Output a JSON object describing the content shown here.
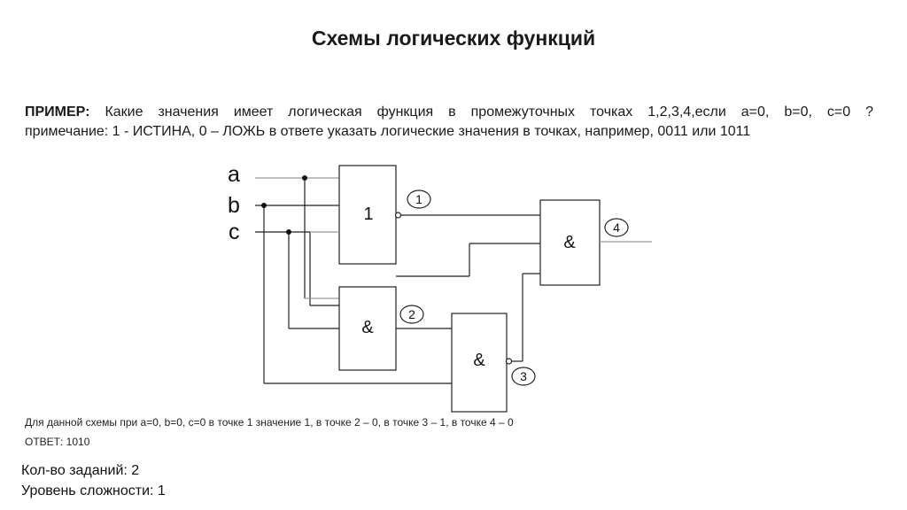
{
  "title": "Схемы логических функций",
  "example": {
    "label": "ПРИМЕР:",
    "question": "Какие значения имеет логическая функция в промежуточных точках 1,2,3,4,если a=0, b=0, c=0 ?",
    "note": "примечание: 1 - ИСТИНА, 0 – ЛОЖЬ в ответе указать логические значения в точках, например, 0011 или 1011"
  },
  "diagram": {
    "inputs": [
      "a",
      "b",
      "c"
    ],
    "gates": {
      "g1": "1",
      "g2": "&",
      "g3": "&",
      "g4": "&"
    },
    "points": [
      "1",
      "2",
      "3",
      "4"
    ]
  },
  "explanation": "Для данной схемы при a=0, b=0, c=0 в точке 1 значение 1, в точке 2 – 0, в точке 3 – 1, в точке 4 – 0",
  "answer": "ОТВЕТ: 1010",
  "tasks_count": "Кол-во заданий: 2",
  "difficulty": "Уровень сложности: 1"
}
